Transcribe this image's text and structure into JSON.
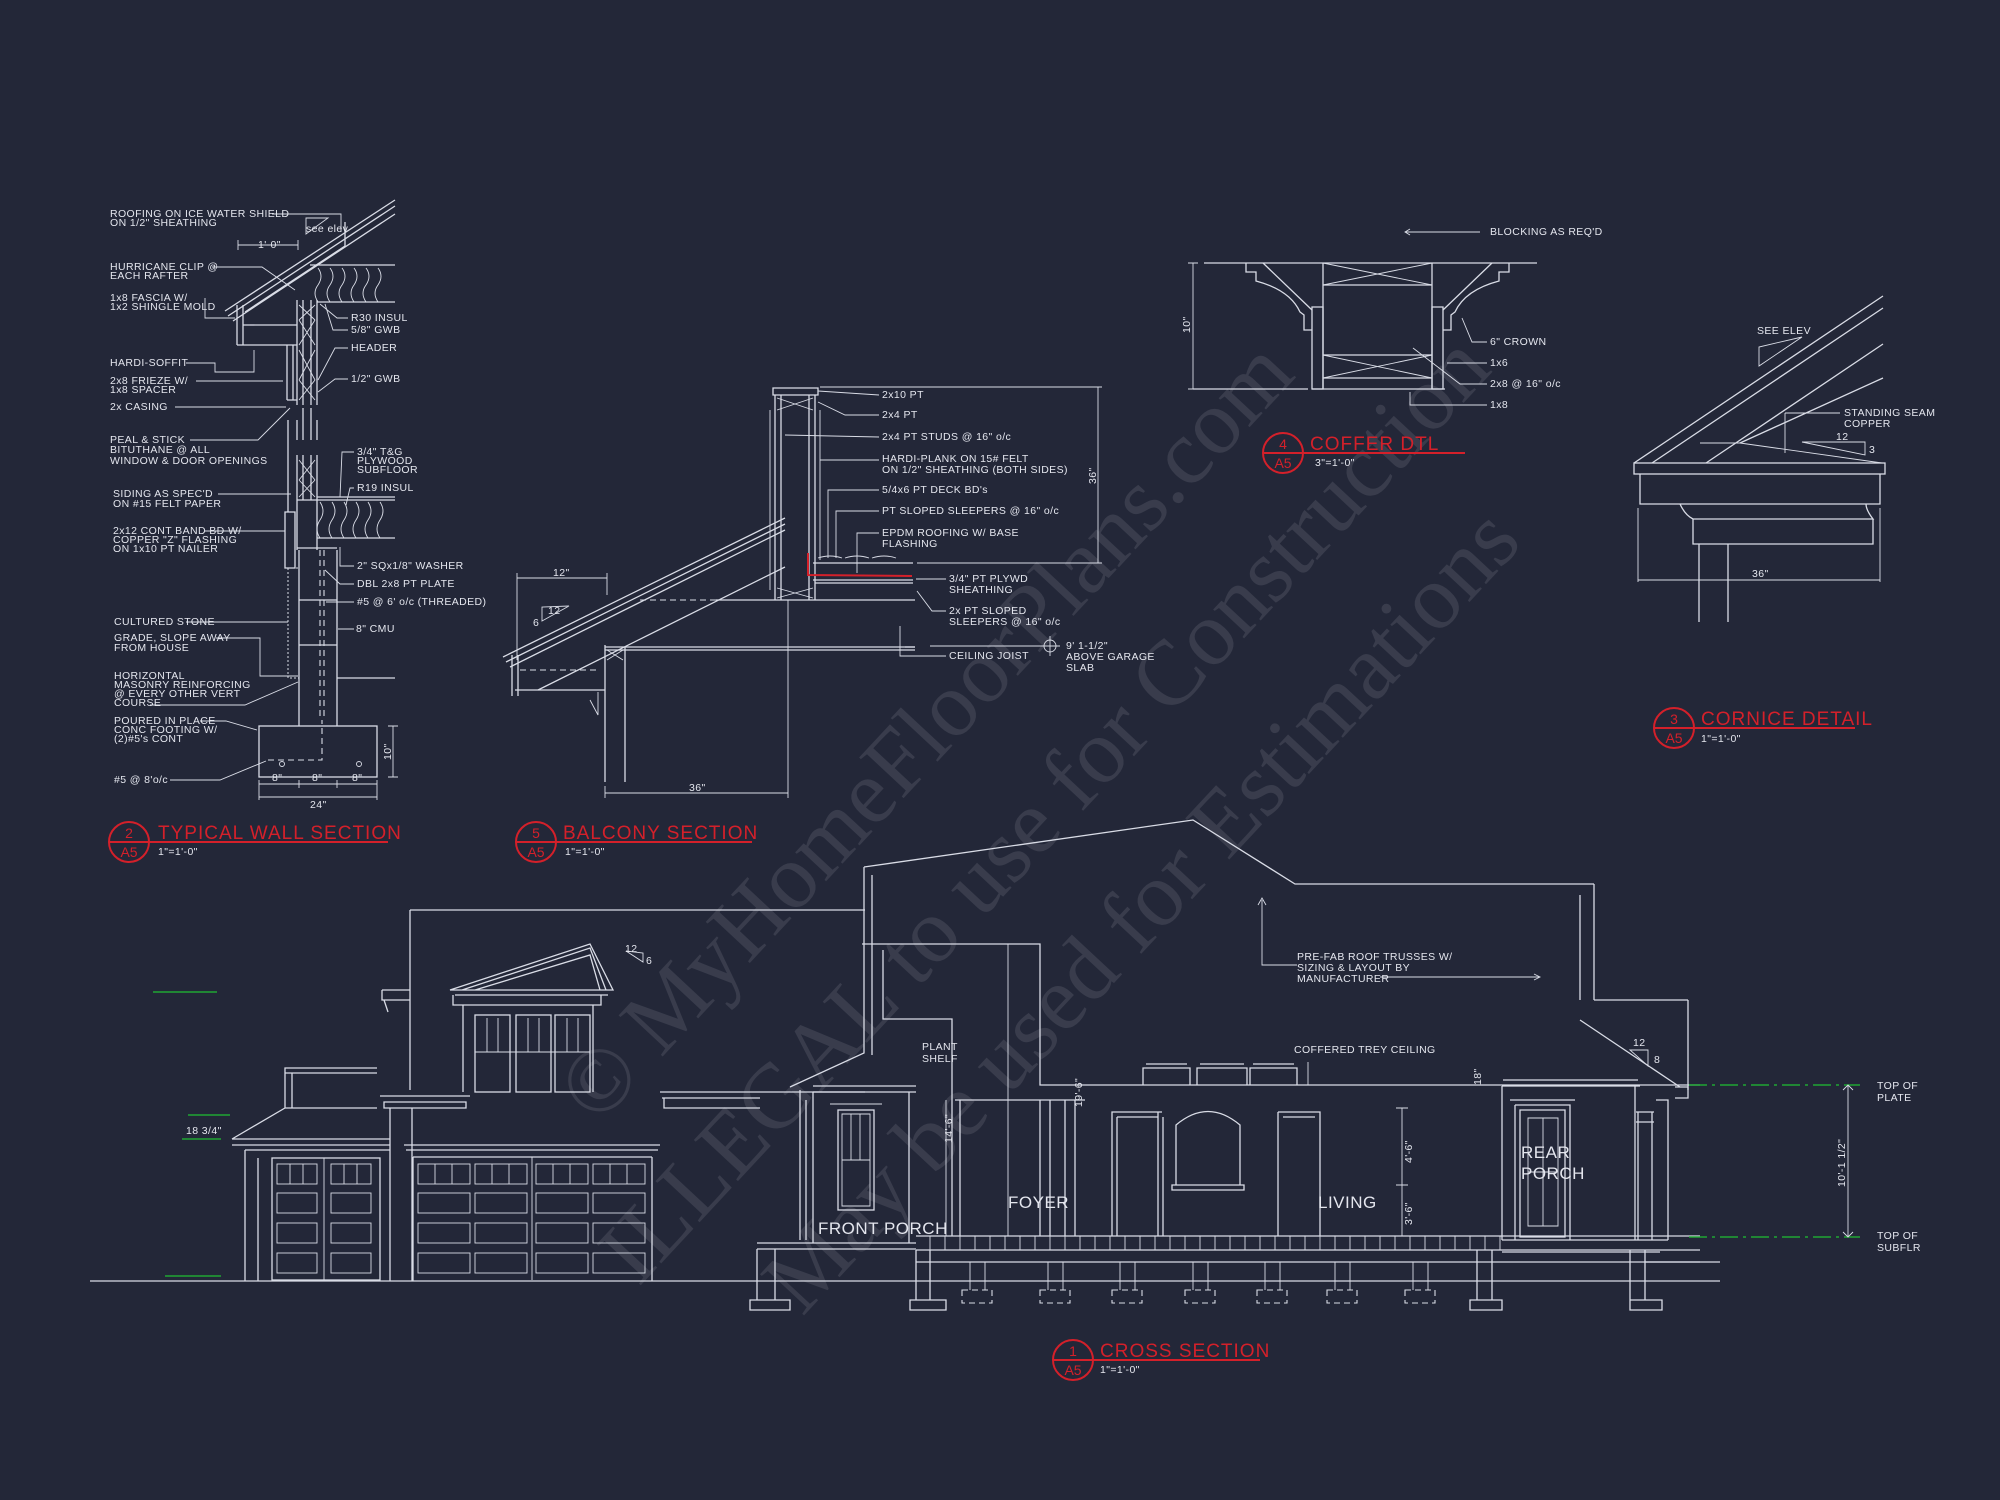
{
  "colors": {
    "background": "#232738",
    "linework": "#d9dce6",
    "title": "#d4202a",
    "level_line": "#1fa533"
  },
  "watermark": [
    "© MyHomeFloorPlans.com",
    "ILLEGAL to use for Construction",
    "May be used for Estimations"
  ],
  "wall_section": {
    "number": "2",
    "sheet": "A5",
    "title": "TYPICAL WALL SECTION",
    "scale": "1\"=1'-0\"",
    "labels": [
      [
        "ROOFING ON ICE  WATER SHIELD",
        "ON 1/2\" SHEATHING"
      ],
      [
        "HURRICANE CLIP @",
        "EACH RAFTER"
      ],
      [
        "1x8 FASCIA W/",
        "1x2 SHINGLE MOLD"
      ],
      [
        "HARDI-SOFFIT"
      ],
      [
        "2x8 FRIEZE W/",
        "1x8 SPACER"
      ],
      [
        "2x CASING"
      ],
      [
        "PEAL & STICK",
        "BITUTHANE @ ALL",
        "WINDOW & DOOR OPENINGS"
      ],
      [
        "SIDING AS SPEC'D",
        "ON #15 FELT PAPER"
      ],
      [
        "2x12 CONT BAND BD W/",
        "COPPER \"Z\" FLASHING",
        "ON 1x10 PT NAILER"
      ],
      [
        "CULTURED STONE"
      ],
      [
        "GRADE, SLOPE AWAY",
        "FROM HOUSE"
      ],
      [
        "HORIZONTAL",
        "MASONRY REINFORCING",
        "@  EVERY OTHER VERT",
        "COURSE"
      ],
      [
        "POURED IN PLACE",
        "CONC FOOTING W/",
        "(2)#5's CONT"
      ],
      [
        "#5 @ 8'o/c"
      ],
      [
        "R30 INSUL"
      ],
      [
        "5/8\" GWB"
      ],
      [
        "HEADER"
      ],
      [
        "1/2\" GWB"
      ],
      [
        "3/4\" T&G",
        "PLYWOOD",
        "SUBFLOOR"
      ],
      [
        "R19 INSUL"
      ],
      [
        "2\" SQx1/8\" WASHER"
      ],
      [
        "DBL 2x8 PT PLATE"
      ],
      [
        "#5 @ 6' o/c (THREADED)"
      ],
      [
        "8\" CMU"
      ]
    ],
    "dims": [
      "see elev",
      "1'-0\"",
      "10\"",
      "8\"",
      "8\"",
      "8\"",
      "24\""
    ]
  },
  "balcony_section": {
    "number": "5",
    "sheet": "A5",
    "title": "BALCONY SECTION",
    "scale": "1\"=1'-0\"",
    "labels": [
      [
        "2x10 PT"
      ],
      [
        "2x4 PT"
      ],
      [
        "2x4 PT STUDS @ 16\" o/c"
      ],
      [
        "HARDI-PLANK ON 15# FELT",
        "ON 1/2\" SHEATHING (BOTH SIDES)"
      ],
      [
        "5/4x6 PT DECK BD's"
      ],
      [
        "PT SLOPED SLEEPERS @ 16\" o/c"
      ],
      [
        "EPDM ROOFING W/ BASE",
        "FLASHING"
      ],
      [
        "3/4\" PT PLYWD",
        "SHEATHING"
      ],
      [
        "2x PT SLOPED",
        "SLEEPERS @ 16\" o/c"
      ],
      [
        "CEILING JOIST"
      ],
      [
        "9' 1-1/2\"",
        "ABOVE GARAGE",
        "SLAB"
      ]
    ],
    "dims": [
      "12\"",
      "12",
      "6",
      "36\"",
      "36\""
    ]
  },
  "coffer_detail": {
    "number": "4",
    "sheet": "A5",
    "title": "COFFER DTL",
    "scale": "3\"=1'-0\"",
    "labels": [
      [
        "BLOCKING AS REQ'D"
      ],
      [
        "6\" CROWN"
      ],
      [
        "1x6"
      ],
      [
        "2x8 @ 16\" o/c"
      ],
      [
        "1x8"
      ]
    ],
    "dims": [
      "10\""
    ]
  },
  "cornice_detail": {
    "number": "3",
    "sheet": "A5",
    "title": "CORNICE DETAIL",
    "scale": "1\"=1'-0\"",
    "labels": [
      [
        "SEE ELEV"
      ],
      [
        "STANDING SEAM",
        "COPPER"
      ]
    ],
    "dims": [
      "12",
      "3",
      "36\""
    ]
  },
  "cross_section": {
    "number": "1",
    "sheet": "A5",
    "title": "CROSS SECTION",
    "scale": "1\"=1'-0\"",
    "rooms": [
      "FRONT PORCH",
      "FOYER",
      "LIVING",
      "REAR",
      "PORCH"
    ],
    "labels": [
      [
        "PLANT",
        "SHELF"
      ],
      [
        "COFFERED TREY CEILING"
      ],
      [
        "PRE-FAB ROOF TRUSSES W/",
        "SIZING & LAYOUT BY",
        "MANUFACTURER"
      ],
      [
        "TOP OF",
        "PLATE"
      ],
      [
        "TOP OF",
        "SUBFLR"
      ]
    ],
    "dims": [
      "19'-6\"",
      "14'-6\"",
      "18\"",
      "4'-6\"",
      "3'-6\"",
      "10'-1 1/2\"",
      "18 3/4\"",
      "12",
      "6",
      "12",
      "8"
    ]
  }
}
